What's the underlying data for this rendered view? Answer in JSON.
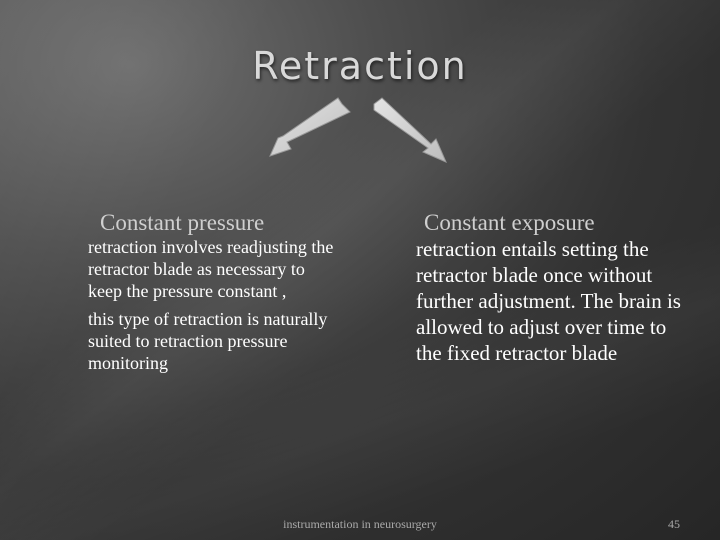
{
  "slide": {
    "title": "Retraction",
    "left": {
      "heading": "Constant pressure",
      "paragraphs": [
        "retraction involves readjusting the retractor blade as necessary to keep the pressure constant ,",
        "this type of retraction is naturally suited to retraction pressure monitoring"
      ]
    },
    "right": {
      "heading": "Constant exposure",
      "paragraphs": [
        "retraction entails setting the retractor blade once without further adjustment. The brain is allowed to adjust over time to the fixed retractor blade"
      ]
    },
    "footer": "instrumentation in neurosurgery",
    "page_number": "45"
  },
  "colors": {
    "arrow_fill": "#d0d0d0",
    "title_text": "#d9d9d9",
    "body_text": "#ffffff"
  }
}
